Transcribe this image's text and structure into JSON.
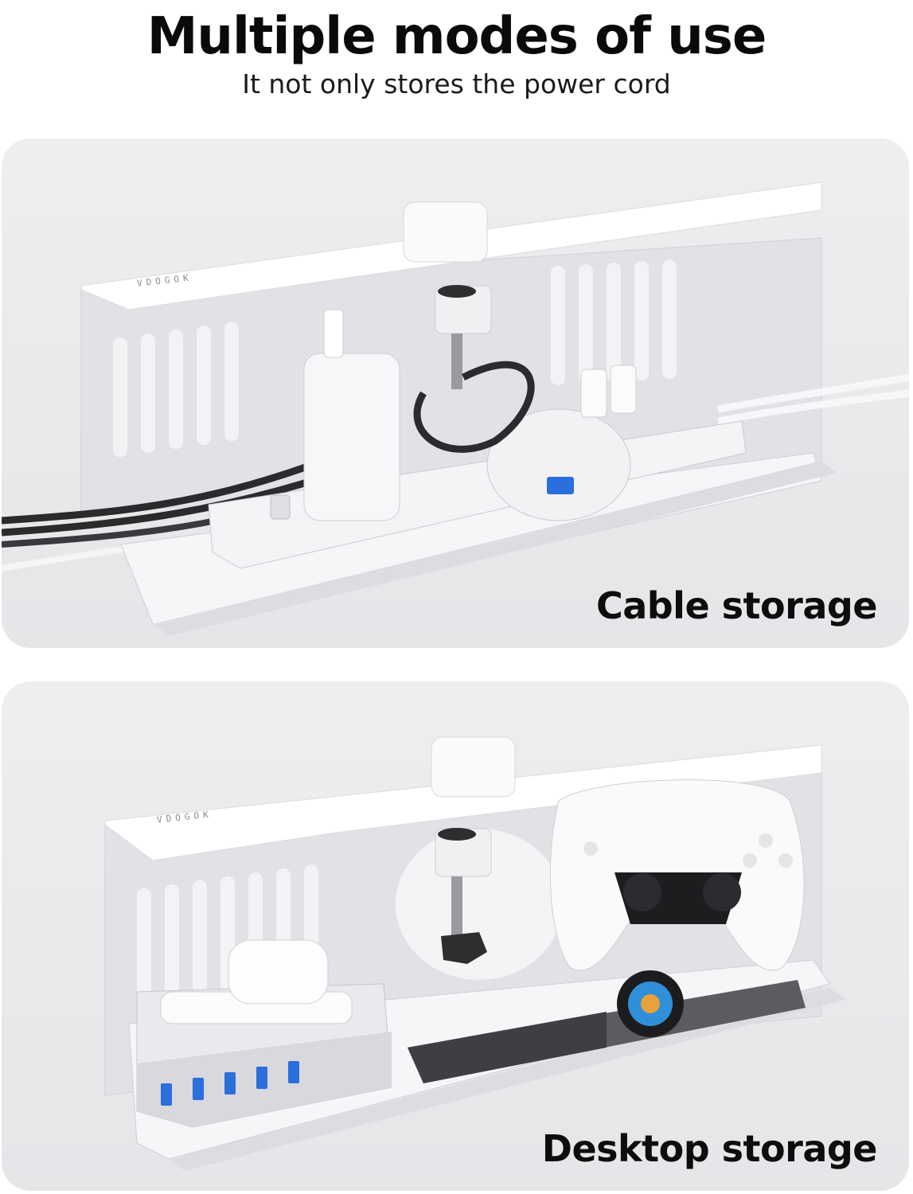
{
  "header": {
    "title": "Multiple modes of use",
    "subtitle": "It not only stores the power cord"
  },
  "panels": [
    {
      "caption": "Cable storage",
      "brand": "VDOGOK"
    },
    {
      "caption": "Desktop storage",
      "brand": "VDOGOK"
    }
  ],
  "colors": {
    "panel_bg": "#ebebee",
    "tray": "#f6f6f8",
    "tray_shadow": "#cfcfd4",
    "cable_dark": "#2b2b2e",
    "usb_blue": "#2a6fdb"
  }
}
